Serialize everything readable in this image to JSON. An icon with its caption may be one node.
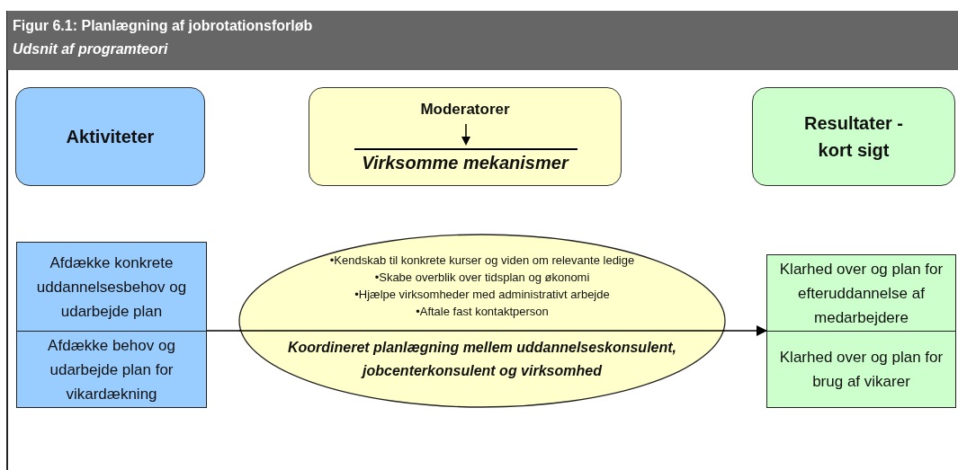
{
  "diagram": {
    "title": "Figur 6.1: Planlægning af jobrotationsforløb",
    "caption": "Udsnit af programteori",
    "nodes": [
      {
        "text": [
          "Aktiviteter"
        ]
      },
      {
        "text": [
          "Moderatorer",
          "Virksomme mekanismer"
        ]
      },
      {
        "text": [
          "Resultater - kort sigt"
        ]
      },
      {
        "text": [
          "Afdække konkrete uddannelsesbehov og udarbejde plan"
        ]
      },
      {
        "text": [
          "Afdække behov og udarbejde plan for vikardækning"
        ]
      },
      {
        "text": [
          "•Kendskab til konkrete kurser og viden om relevante ledige",
          "•Skabe overblik over tidsplan og økonomi",
          "•Hjælpe virksomheder med administrativt arbejde",
          "•Aftale fast kontaktperson",
          "Koordineret planlægning mellem uddannelseskonsulent, jobcenterkonsulent og virksomhed"
        ]
      },
      {
        "text": [
          "Klarhed over og plan for efteruddannelse af medarbejdere"
        ]
      },
      {
        "text": [
          "Klarhed over og plan for brug af  vikarer"
        ]
      }
    ],
    "edges": [
      {
        "from": 3,
        "to": 5,
        "arrow": "none"
      },
      {
        "from": 4,
        "to": 5,
        "arrow": "none"
      },
      {
        "from": 5,
        "to": 6,
        "arrow": "to"
      },
      {
        "from": 5,
        "to": 7,
        "arrow": "to"
      }
    ]
  }
}
